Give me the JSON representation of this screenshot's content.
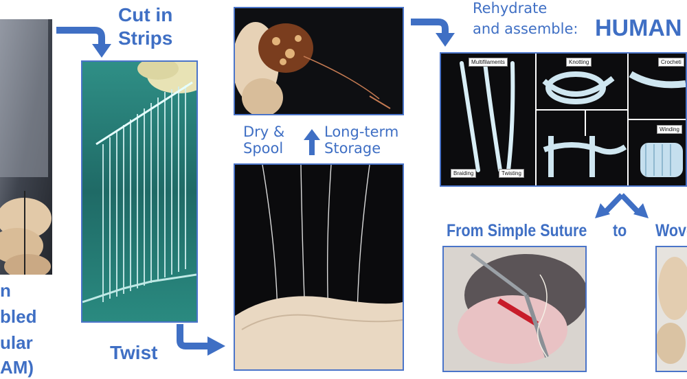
{
  "labels": {
    "left_partial": [
      "n",
      "bled",
      "ular",
      "AM)"
    ],
    "cut_strips": [
      "Cut in",
      "Strips"
    ],
    "twist": "Twist",
    "dry_spool": [
      "Dry &",
      "Spool"
    ],
    "long_term_storage": [
      "Long-term",
      "Storage"
    ],
    "rehydrate": [
      "Rehydrate",
      "and assemble:"
    ],
    "human": "HUMAN",
    "from_simple_suture": "From Simple Suture",
    "to": "to",
    "woven_partial": "Wove"
  },
  "panels": {
    "multifilaments": "Multifilaments",
    "knotting": "Knotting",
    "crocheting_partial": "Crocheti",
    "braiding": "Braiding",
    "twisting": "Twisting",
    "winding": "Winding"
  },
  "colors": {
    "accent": "#3f6fc4",
    "border": "#4a74c9"
  }
}
